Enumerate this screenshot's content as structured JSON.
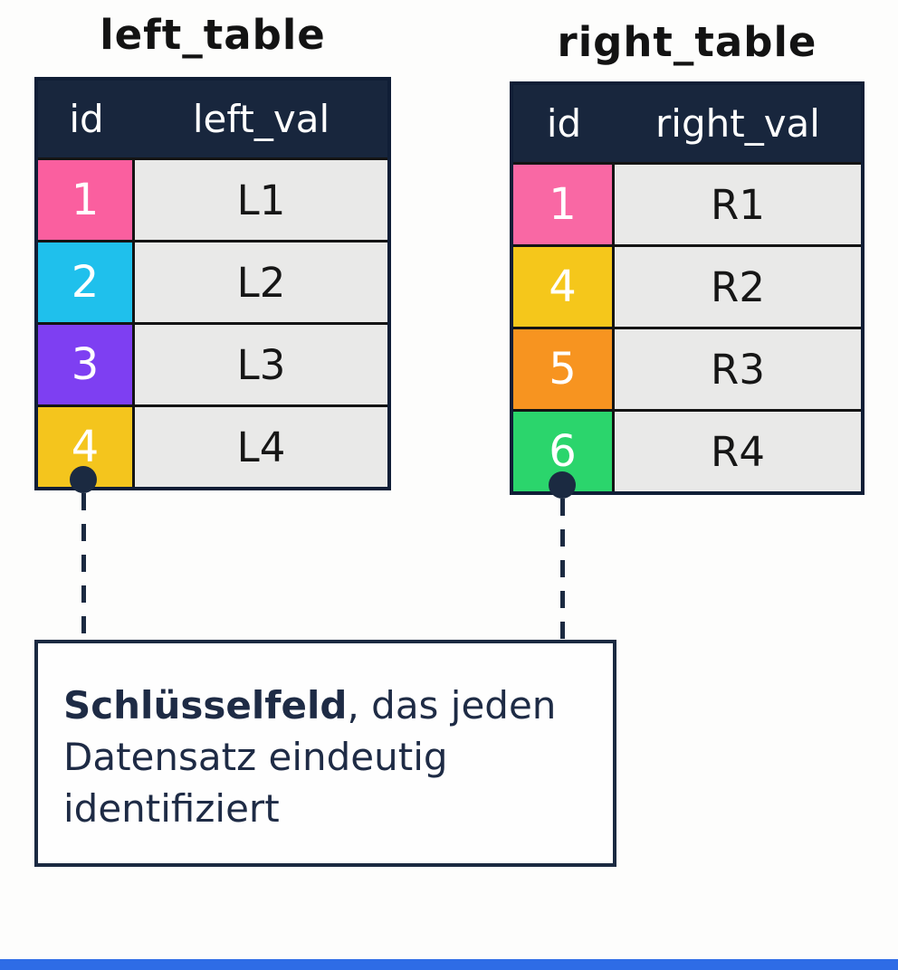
{
  "left_table": {
    "title": "left_table",
    "headers": [
      "id",
      "left_val"
    ],
    "rows": [
      {
        "id": "1",
        "val": "L1",
        "color": "#fa5f9f"
      },
      {
        "id": "2",
        "val": "L2",
        "color": "#1fc0ec"
      },
      {
        "id": "3",
        "val": "L3",
        "color": "#7e3ff2"
      },
      {
        "id": "4",
        "val": "L4",
        "color": "#f4c51d"
      }
    ]
  },
  "right_table": {
    "title": "right_table",
    "headers": [
      "id",
      "right_val"
    ],
    "rows": [
      {
        "id": "1",
        "val": "R1",
        "color": "#f968a4"
      },
      {
        "id": "4",
        "val": "R2",
        "color": "#f5c71b"
      },
      {
        "id": "5",
        "val": "R3",
        "color": "#f79420"
      },
      {
        "id": "6",
        "val": "R4",
        "color": "#2bd56c"
      }
    ]
  },
  "note": {
    "line1_bold": "Schlüsselfeld",
    "line1_rest": ", das jeden",
    "line2": "Datensatz eindeutig",
    "line3": "identifiziert"
  },
  "colors": {
    "header_bg": "#18263d",
    "connector_navy": "#1b2a41",
    "value_cell_bg": "#e9e9e8",
    "bottom_bar": "#2e6ce6"
  }
}
